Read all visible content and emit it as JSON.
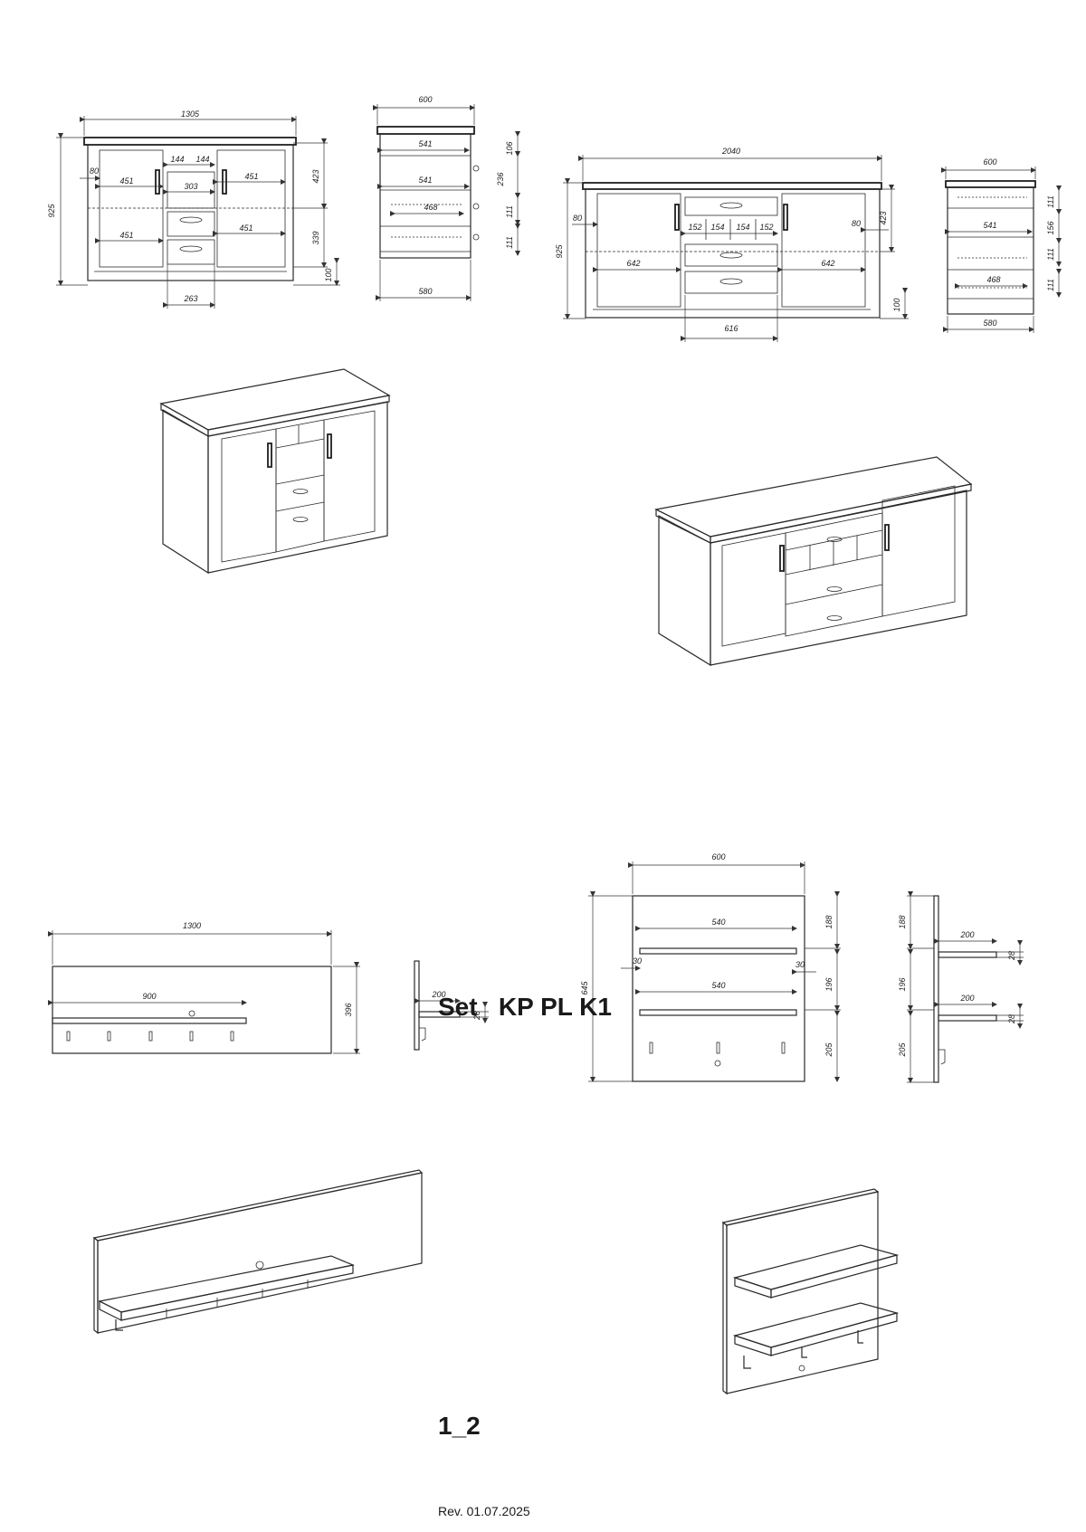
{
  "sheet": {
    "title": "Set   KP PL K1",
    "subtitle": "1_2",
    "revision": "Rev. 01.07.2025"
  },
  "sideboard_small": {
    "front_dims": [
      "1305",
      "80",
      "144",
      "144",
      "451",
      "303",
      "451",
      "451",
      "451",
      "263",
      "925",
      "423",
      "339",
      "100"
    ],
    "side_dims": [
      "600",
      "541",
      "541",
      "468",
      "580",
      "106",
      "236",
      "111",
      "111"
    ]
  },
  "sideboard_large": {
    "front_dims": [
      "2040",
      "80",
      "152",
      "154",
      "154",
      "152",
      "80",
      "642",
      "642",
      "616",
      "925",
      "423",
      "100"
    ],
    "side_dims": [
      "600",
      "541",
      "468",
      "580",
      "111",
      "156",
      "111",
      "111"
    ]
  },
  "wall_panel_wide": {
    "front_dims": [
      "1300",
      "900",
      "396"
    ],
    "side_dims": [
      "200",
      "28"
    ]
  },
  "wall_panel_tall": {
    "front_dims": [
      "600",
      "540",
      "30",
      "30",
      "540",
      "645",
      "188",
      "196",
      "205"
    ],
    "side_dims": [
      "188",
      "196",
      "205",
      "200",
      "200",
      "28",
      "28"
    ]
  }
}
